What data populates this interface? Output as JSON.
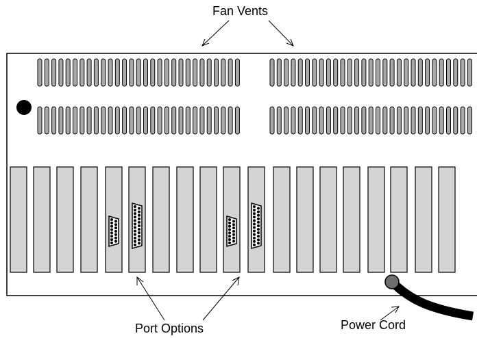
{
  "labels": {
    "fan_vents": "Fan Vents",
    "port_options": "Port Options",
    "power_cord": "Power Cord"
  },
  "colors": {
    "outline": "#000000",
    "slot_fill": "#d4d4d4",
    "vent_fill": "#a8a8a8",
    "background": "#ffffff"
  },
  "components": {
    "vent_banks": 4,
    "expansion_slots": 19,
    "port_connectors": 4
  }
}
